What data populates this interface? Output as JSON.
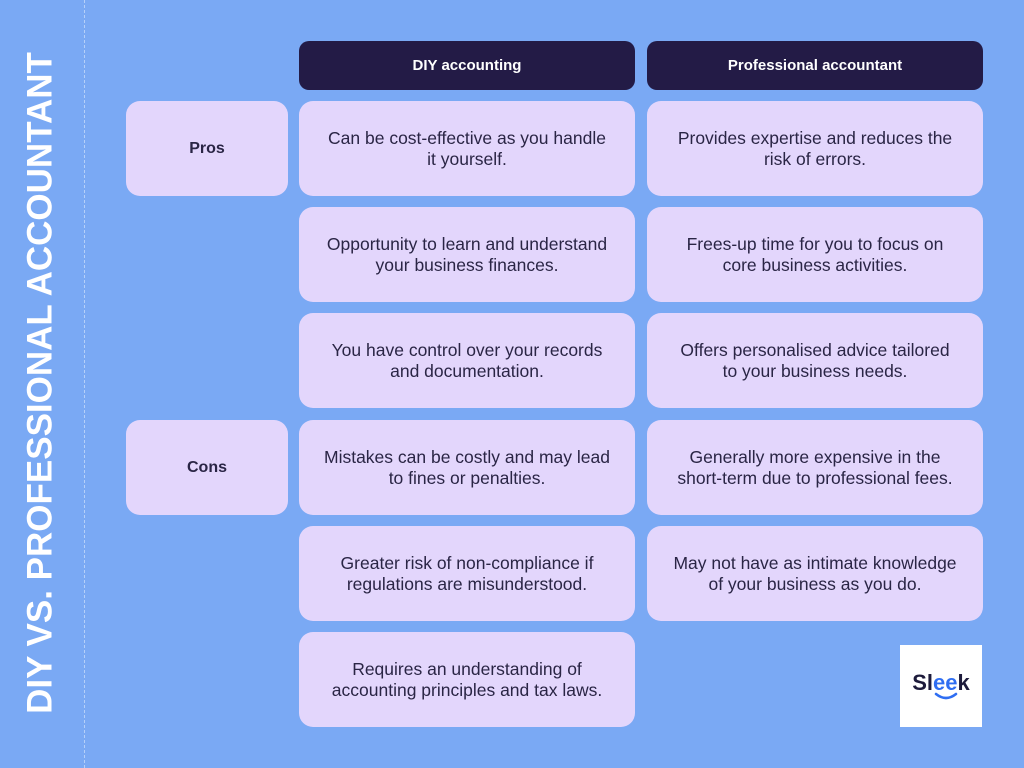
{
  "title": "DIY VS. PROFESSIONAL ACCOUNTANT",
  "columns": [
    {
      "label": "DIY accounting"
    },
    {
      "label": "Professional accountant"
    }
  ],
  "sections": [
    {
      "label": "Pros",
      "rows": [
        {
          "diy": "Can be cost-effective as you handle it yourself.",
          "professional": "Provides expertise and reduces the risk of errors."
        },
        {
          "diy": "Opportunity to learn and understand your business finances.",
          "professional": "Frees-up time for you to focus on core business activities."
        },
        {
          "diy": "You have control over your records and documentation.",
          "professional": "Offers personalised advice tailored to your business needs."
        }
      ]
    },
    {
      "label": "Cons",
      "rows": [
        {
          "diy": "Mistakes can be costly and may lead to fines or penalties.",
          "professional": "Generally more expensive in  the short-term due to professional fees."
        },
        {
          "diy": "Greater risk of non-compliance if regulations are misunderstood.",
          "professional": "May not have as intimate knowledge of your business as you do."
        },
        {
          "diy": "Requires an understanding of accounting principles and tax laws."
        }
      ]
    }
  ],
  "logo": {
    "text": "Sleek"
  },
  "colors": {
    "background": "#7aa9f4",
    "header": "#231b46",
    "card": "#e3d6fc",
    "text": "#2a2545",
    "accent": "#2f6ef2"
  }
}
